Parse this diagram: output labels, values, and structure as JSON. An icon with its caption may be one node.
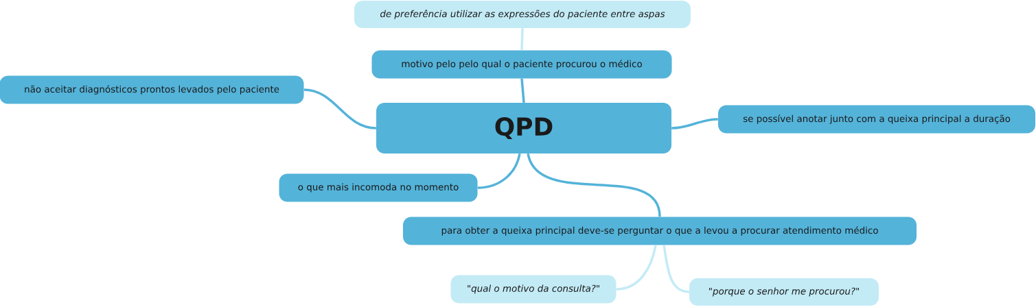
{
  "diagram": {
    "nodes": [
      {
        "text": [
          "QPD"
        ]
      },
      {
        "text": [
          "motivo pelo pelo qual o paciente procurou o médico"
        ]
      },
      {
        "text": [
          "de preferência utilizar as expressões do paciente entre aspas"
        ]
      },
      {
        "text": [
          "não aceitar diagnósticos prontos levados pelo paciente"
        ]
      },
      {
        "text": [
          "se possível anotar junto com a queixa principal a duração"
        ]
      },
      {
        "text": [
          "o que mais incomoda no momento"
        ]
      },
      {
        "text": [
          "para obter a queixa principal deve-se perguntar o que a levou a procurar atendimento médico"
        ]
      },
      {
        "text": [
          "\"qual o motivo da consulta?\""
        ]
      },
      {
        "text": [
          "\"porque o senhor me procurou?\""
        ]
      }
    ],
    "edges": [
      {
        "from": 0,
        "to": 1,
        "arrow": "none"
      },
      {
        "from": 1,
        "to": 2,
        "arrow": "none",
        "color": "#c3ebf6"
      },
      {
        "from": 0,
        "to": 3,
        "arrow": "none"
      },
      {
        "from": 0,
        "to": 4,
        "arrow": "none"
      },
      {
        "from": 0,
        "to": 5,
        "arrow": "none"
      },
      {
        "from": 0,
        "to": 6,
        "arrow": "none"
      },
      {
        "from": 6,
        "to": 7,
        "arrow": "none",
        "color": "#c3ebf6"
      },
      {
        "from": 6,
        "to": 8,
        "arrow": "none",
        "color": "#c3ebf6"
      }
    ]
  }
}
